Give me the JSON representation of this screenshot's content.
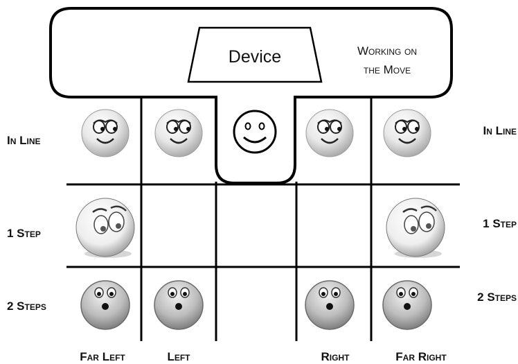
{
  "device": {
    "label": "Device",
    "note_line1": "Working on",
    "note_line2": "the Move"
  },
  "rows": [
    {
      "id": "in_line",
      "label": "In Line"
    },
    {
      "id": "one_step",
      "label": "1 Step"
    },
    {
      "id": "two_steps",
      "label": "2 Steps"
    }
  ],
  "columns": [
    {
      "id": "far_left",
      "label": "Far Left"
    },
    {
      "id": "left",
      "label": "Left"
    },
    {
      "id": "center",
      "label": ""
    },
    {
      "id": "right",
      "label": "Right"
    },
    {
      "id": "far_right",
      "label": "Far Right"
    }
  ],
  "cells": [
    {
      "row": "in_line",
      "column": "far_left",
      "icon": "glancing-face-icon"
    },
    {
      "row": "in_line",
      "column": "left",
      "icon": "glancing-face-icon"
    },
    {
      "row": "in_line",
      "column": "center",
      "icon": "smiley-face-icon"
    },
    {
      "row": "in_line",
      "column": "right",
      "icon": "glancing-face-icon"
    },
    {
      "row": "in_line",
      "column": "far_right",
      "icon": "glancing-face-icon"
    },
    {
      "row": "one_step",
      "column": "far_left",
      "icon": "ball-face-icon"
    },
    {
      "row": "one_step",
      "column": "far_right",
      "icon": "ball-face-icon"
    },
    {
      "row": "two_steps",
      "column": "far_left",
      "icon": "surprised-face-icon"
    },
    {
      "row": "two_steps",
      "column": "left",
      "icon": "surprised-face-icon"
    },
    {
      "row": "two_steps",
      "column": "right",
      "icon": "surprised-face-icon"
    },
    {
      "row": "two_steps",
      "column": "far_right",
      "icon": "surprised-face-icon"
    }
  ]
}
